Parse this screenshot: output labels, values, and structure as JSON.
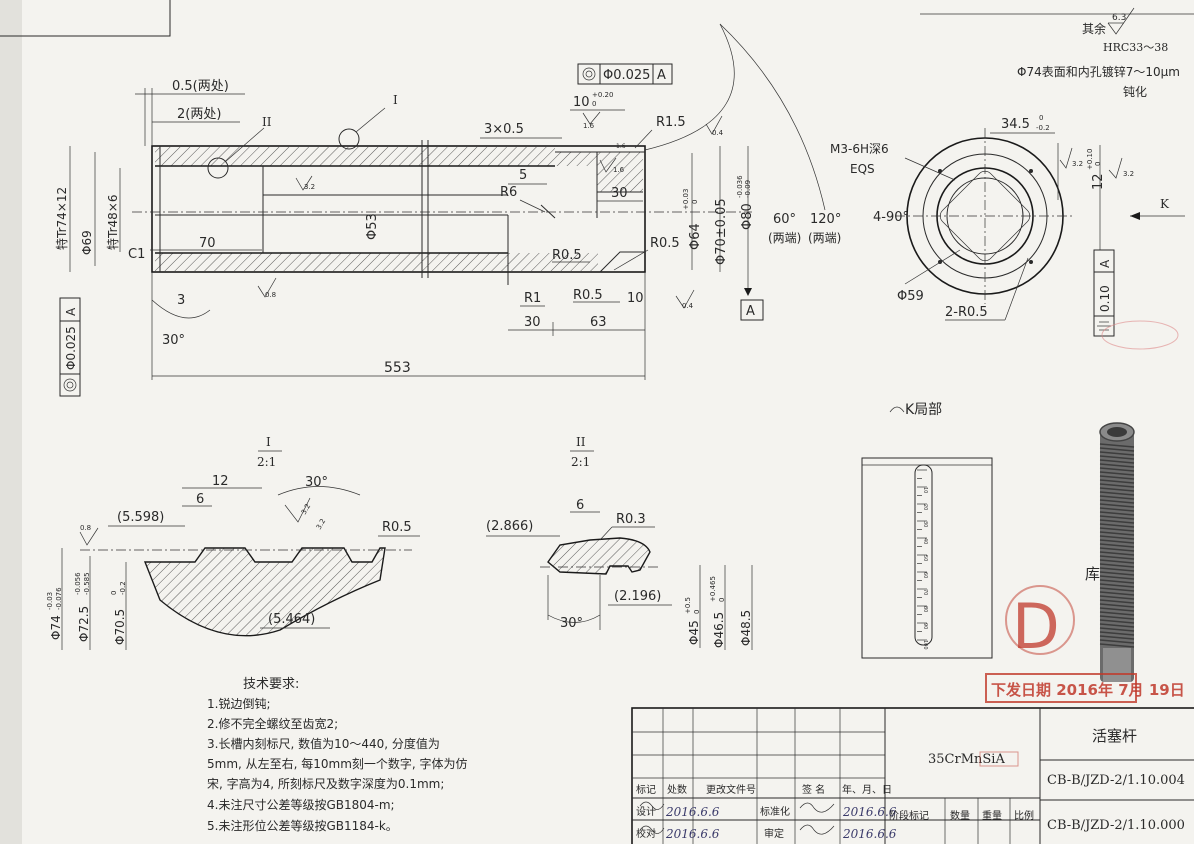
{
  "header": {
    "roughness_prefix": "其余",
    "roughness_value": "6.3",
    "hardness": "HRC33～38",
    "plating_note": "Φ74表面和内孔镀锌7～10μm",
    "passivation": "钝化"
  },
  "main_view": {
    "d_chamfer": "0.5(两处)",
    "d_two": "2(两处)",
    "label_I": "I",
    "label_II": "II",
    "d_groove": "3×0.5",
    "d_slot_width": "10",
    "d_slot_tol": "+0.20",
    "d_slot_tol_low": "0",
    "rough_16a": "1.6",
    "rough_16b": "1.6",
    "rough_16c": "1.6",
    "d_r15": "R1.5",
    "rough_04a": "0.4",
    "rough_04b": "0.4",
    "d_thread_outer": "特Tr74×12",
    "d_thread_inner": "特Tr48×6",
    "d_phi69": "Φ69",
    "d_phi53": "Φ53",
    "rough_32": "3.2",
    "d_five": "5",
    "d_r6": "R6",
    "d_thirty_top": "30",
    "d_phi64": "Φ64",
    "d_phi64_tol_hi": "+0.03",
    "d_phi64_tol_lo": "0",
    "d_phi70": "Φ70±0.05",
    "d_phi80": "Φ80",
    "d_phi80_tol_hi": "-0.036",
    "d_phi80_tol_lo": "-0.09",
    "d_c1": "C1",
    "d_seventy": "70",
    "d_r05a": "R0.5",
    "d_r05b": "R0.5",
    "d_r05c": "R0.5",
    "d_three": "3",
    "rough_08": "0.8",
    "d_r1": "R1",
    "d_ten": "10",
    "datum_a": "A",
    "d_thirty_bot": "30",
    "d_sixty_three": "63",
    "d_thirty_deg": "30°",
    "d_553": "553",
    "d_sixty_deg": "60°",
    "d_sixty_note": "(两端)",
    "d_120_deg": "120°",
    "d_120_note": "(两端)",
    "tol_left_value": "Φ0.025",
    "tol_left_datum": "A",
    "tol_top_value": "Φ0.025",
    "tol_top_datum": "A"
  },
  "end_view": {
    "d_m3": "M3-6H深6",
    "d_eqs": "EQS",
    "d_345": "34.5",
    "d_345_tol_hi": "0",
    "d_345_tol_lo": "-0.2",
    "d_12": "12",
    "d_12_tol_hi": "+0.10",
    "d_12_tol_lo": "0",
    "rough_32a": "3.2",
    "rough_32b": "3.2",
    "d_4x90": "4-90°",
    "d_phi59": "Φ59",
    "d_2r05": "2-R0.5",
    "k_letter": "K",
    "tol_value": "0.10",
    "tol_datum": "A"
  },
  "detail_I": {
    "title": "I",
    "scale": "2:1",
    "d_12": "12",
    "d_6": "6",
    "d_30deg": "30°",
    "rough_32a": "3.2",
    "rough_32b": "3.2",
    "d_5598": "(5.598)",
    "rough_08": "0.8",
    "d_r05": "R0.5",
    "d_5464": "(5.464)",
    "d_phi74": "Φ74",
    "d_phi74_tol_hi": "-0.03",
    "d_phi74_tol_lo": "-0.076",
    "d_phi725": "Φ72.5",
    "d_phi725_tol_hi": "-0.056",
    "d_phi725_tol_lo": "-0.585",
    "d_phi705": "Φ70.5",
    "d_phi705_tol_hi": "0",
    "d_phi705_tol_lo": "-0.2"
  },
  "detail_II": {
    "title": "II",
    "scale": "2:1",
    "d_6": "6",
    "d_r03": "R0.3",
    "d_2866": "(2.866)",
    "d_2196": "(2.196)",
    "d_30deg": "30°",
    "d_phi45": "Φ45",
    "d_phi45_tol_hi": "+0.5",
    "d_phi45_tol_lo": "0",
    "d_phi465": "Φ46.5",
    "d_phi465_tol_hi": "+0.465",
    "d_phi465_tol_lo": "0",
    "d_phi485": "Φ48.5"
  },
  "k_view": {
    "title": "K局部",
    "scale_ticks": [
      "10",
      "20",
      "30",
      "40",
      "50",
      "60",
      "70",
      "80",
      "90",
      "100"
    ]
  },
  "stamps": {
    "issue_date": "下发日期 2016年 7月 19日",
    "mark_d": "D",
    "stamp_text": "库"
  },
  "notes": {
    "heading": "技术要求:",
    "lines": [
      "1.锐边倒钝;",
      "2.修不完全螺纹至齿宽2;",
      "3.长槽内刻标尺, 数值为10～440, 分度值为",
      "5mm, 从左至右, 每10mm刻一个数字, 字体为仿",
      "宋, 字高为4, 所刻标尺及数字深度为0.1mm;",
      "4.未注尺寸公差等级按GB1804-m;",
      "5.未注形位公差等级按GB1184-k。"
    ]
  },
  "title_block": {
    "col_mark": "标记",
    "col_count": "处数",
    "col_doc": "更改文件号",
    "col_sign": "签 名",
    "col_date": "年、月、日",
    "row_design": "设计",
    "row_check": "校对",
    "std": "标准化",
    "approve": "审定",
    "sig_design_date": "2016.6.6",
    "sig_check_date": "2016.6.6",
    "sig_std_date": "2016.6.6",
    "sig_appr_date": "2016.6.6",
    "stage": "阶段标记",
    "qty": "数量",
    "weight": "重量",
    "scale": "比例",
    "material": "35CrMnSiA",
    "part_name": "活塞杆",
    "drawing_no_1": "CB-B/JZD-2/1.10.004",
    "drawing_no_2": "CB-B/JZD-2/1.10.000"
  }
}
